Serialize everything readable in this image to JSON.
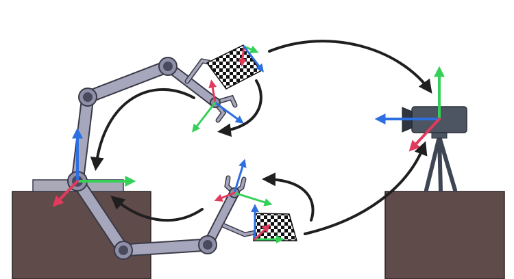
{
  "diagram": {
    "kind": "hand-eye calibration illustration",
    "elements": [
      "robot-base-pedestal",
      "camera-tripod-pedestal",
      "robot-arm-upper-pose",
      "robot-arm-lower-pose",
      "checkerboard-upper",
      "checkerboard-lower",
      "camera",
      "tripod"
    ]
  },
  "palette": {
    "pedestal": "#5f4b49",
    "base_plate": "#a9a9b8",
    "arm_fill": "#a6a6bc",
    "arm_stroke": "#3a3a48",
    "joint_fill": "#8f8fa8",
    "joint_inner": "#4a4a5e",
    "camera_body": "#4d5563",
    "tripod": "#4d5563",
    "axis_x": "#e23a5c",
    "axis_y": "#34d058",
    "axis_z": "#2d6fe0",
    "arrow": "#1f1f1f"
  }
}
